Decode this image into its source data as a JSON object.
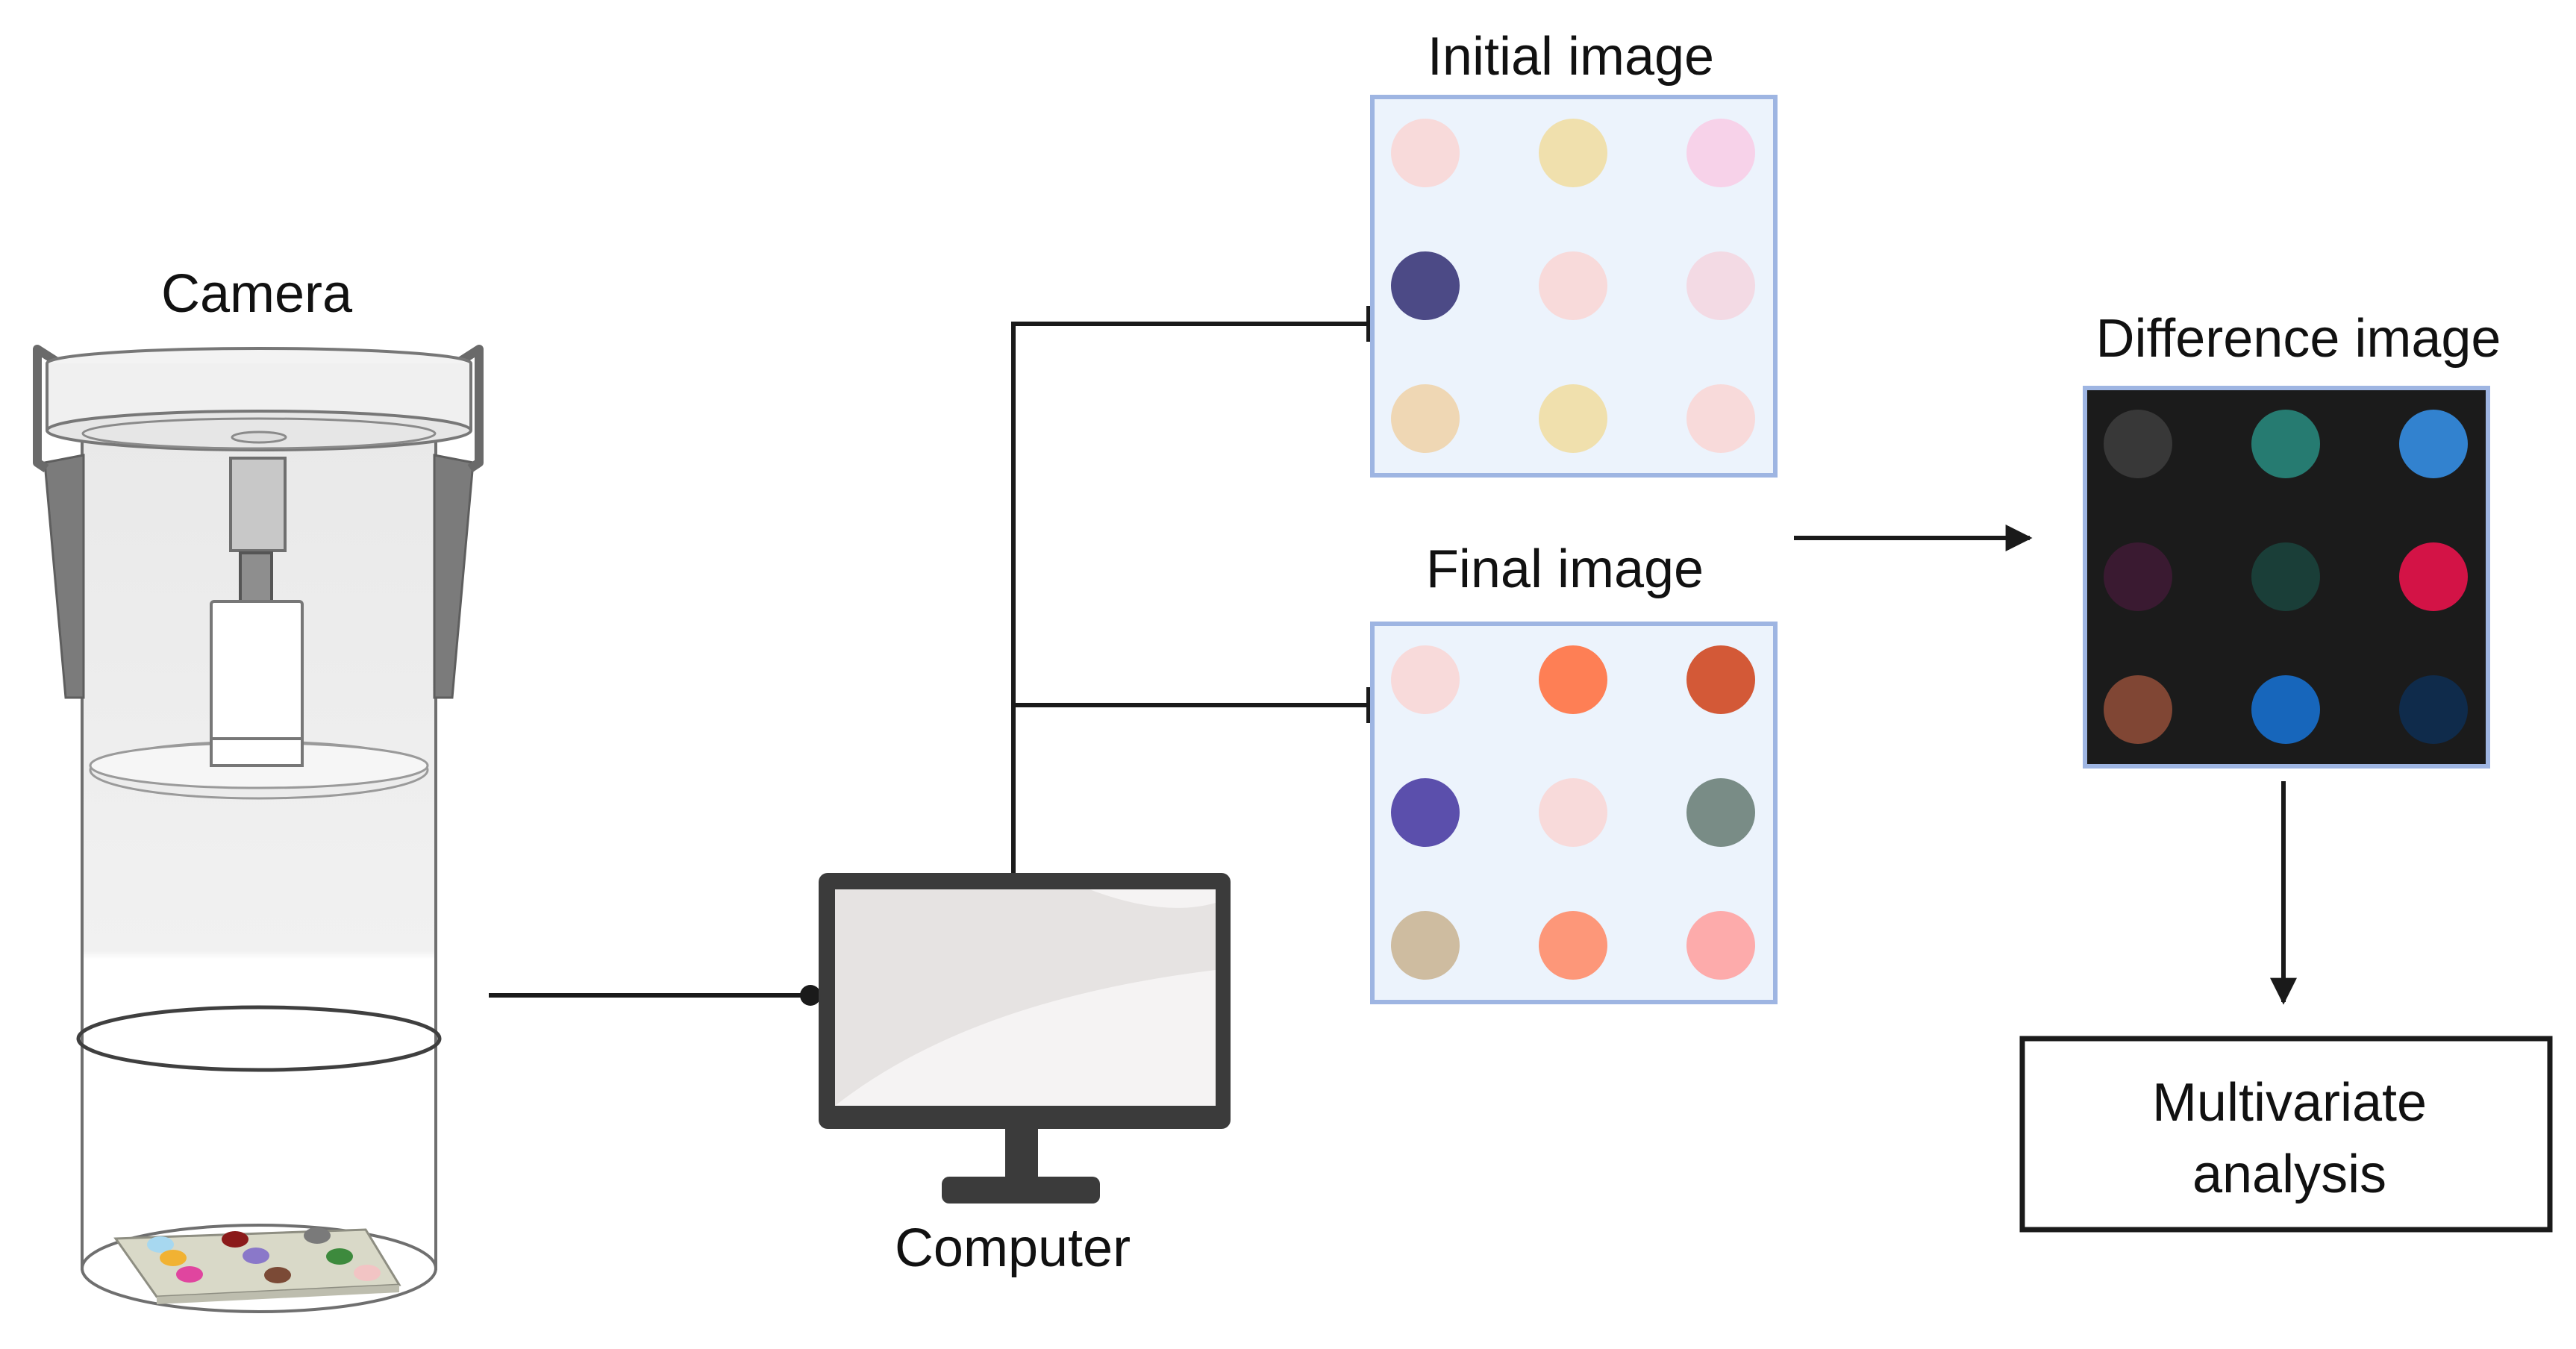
{
  "labels": {
    "camera": "Camera",
    "computer": "Computer",
    "initial_image": "Initial image",
    "final_image": "Final image",
    "difference_image": "Difference image",
    "analysis_line1": "Multivariate",
    "analysis_line2": "analysis"
  },
  "colors": {
    "line": "#1a1a1a",
    "panel_bg": "#ecf3fc",
    "panel_border": "#9eb5e2",
    "difference_bg": "#1b1b1b",
    "monitor_frame": "#3b3b3b",
    "monitor_screen": "#e6e3e2"
  },
  "grids": {
    "initial": [
      "#f8dada",
      "#f0e0ad",
      "#f7d2e9",
      "#4c4a86",
      "#f8dada",
      "#f3dae4",
      "#efd7b4",
      "#f0e0ad",
      "#f8dada"
    ],
    "final": [
      "#f8dada",
      "#fe7f55",
      "#d35937",
      "#5b4fac",
      "#f8dada",
      "#798c86",
      "#cebca0",
      "#fd9779",
      "#fdabab"
    ],
    "difference": [
      "#383838",
      "#267b71",
      "#3282cf",
      "#3a1a31",
      "#1a3e38",
      "#d31346",
      "#804634",
      "#1766bb",
      "#0f2b4b"
    ]
  },
  "plate_colors": [
    "#a7d8f0",
    "#8b1a1a",
    "#7a7a7a",
    "#f1b233",
    "#8a78c9",
    "#3d8a3d",
    "#e0459f",
    "#7b4a36",
    "#f2c4c4"
  ]
}
